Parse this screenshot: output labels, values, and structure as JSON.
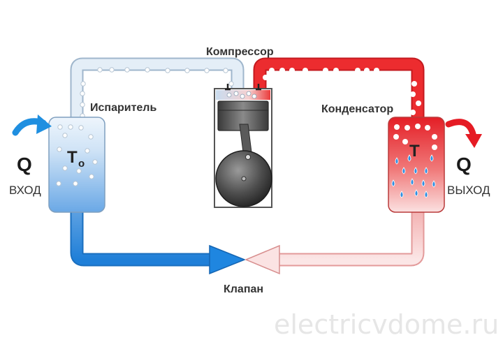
{
  "labels": {
    "compressor": "Компрессор",
    "evaporator": "Испаритель",
    "condenser": "Конденсатор",
    "valve": "Клапан",
    "q_in": "Q",
    "input": "ВХОД",
    "q_out": "Q",
    "output": "ВЫХОД",
    "t_cold": "T",
    "t_cold_sub": "o",
    "t_hot": "T",
    "watermark": "electricvdome.ru"
  },
  "colors": {
    "cold": "#2b86d8",
    "cold_light": "#dbe9f6",
    "hot": "#e8202a",
    "hot_light": "#f7d2d2",
    "evaporator_fill": "#7cb3e8",
    "condenser_fill": "#ef4a4a",
    "in_arrow": "#1f8fe0",
    "out_arrow": "#e51b24"
  },
  "icons": {
    "heat_in": "curved-arrow-in-icon",
    "heat_out": "curved-arrow-out-icon",
    "compressor": "piston-compressor-icon",
    "valve": "expansion-valve-arrows"
  }
}
